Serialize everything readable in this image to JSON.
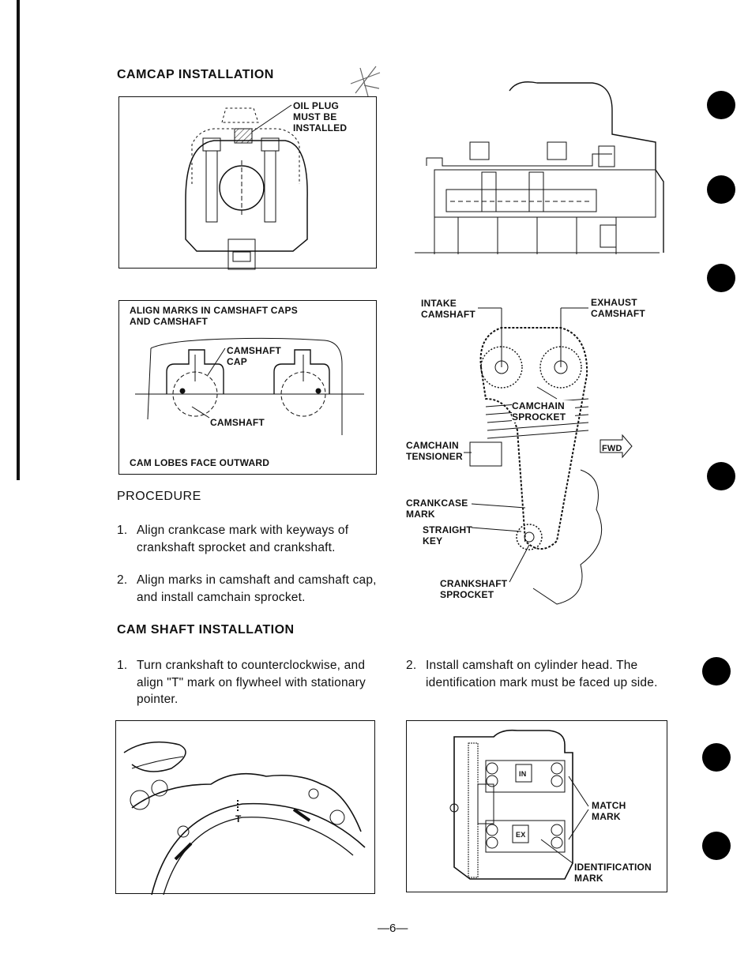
{
  "sections": {
    "camcap_title": "CAMCAP INSTALLATION",
    "procedure_title": "PROCEDURE",
    "camshaft_title": "CAM SHAFT INSTALLATION"
  },
  "fig1": {
    "label": "OIL PLUG MUST BE INSTALLED"
  },
  "fig2": {
    "header": "ALIGN MARKS IN CAMSHAFT CAPS AND CAMSHAFT",
    "cap_label": "CAMSHAFT CAP",
    "shaft_label": "CAMSHAFT",
    "footer": "CAM LOBES FACE OUTWARD"
  },
  "fig3": {
    "intake": "INTAKE CAMSHAFT",
    "exhaust": "EXHAUST CAMSHAFT",
    "sprocket": "CAMCHAIN SPROCKET",
    "tensioner": "CAMCHAIN TENSIONER",
    "fwd": "FWD",
    "crankcase": "CRANKCASE MARK",
    "key": "STRAIGHT KEY",
    "crank_sprocket": "CRANKSHAFT SPROCKET"
  },
  "procedure": [
    {
      "num": "1.",
      "text": "Align crankcase mark with keyways of crankshaft sprocket and crankshaft."
    },
    {
      "num": "2.",
      "text": "Align marks in camshaft and camshaft cap, and install camchain sprocket."
    }
  ],
  "camshaft_steps": [
    {
      "num": "1.",
      "text": "Turn crankshaft to counterclockwise, and align \"T\" mark on flywheel with stationary pointer."
    },
    {
      "num": "2.",
      "text": "Install camshaft on cylinder head. The identification mark must be faced up side."
    }
  ],
  "fig5": {
    "t_mark": "T"
  },
  "fig6": {
    "in": "IN",
    "ex": "EX",
    "match": "MATCH MARK",
    "ident": "IDENTIFICATION MARK"
  },
  "page_number": "—6—"
}
